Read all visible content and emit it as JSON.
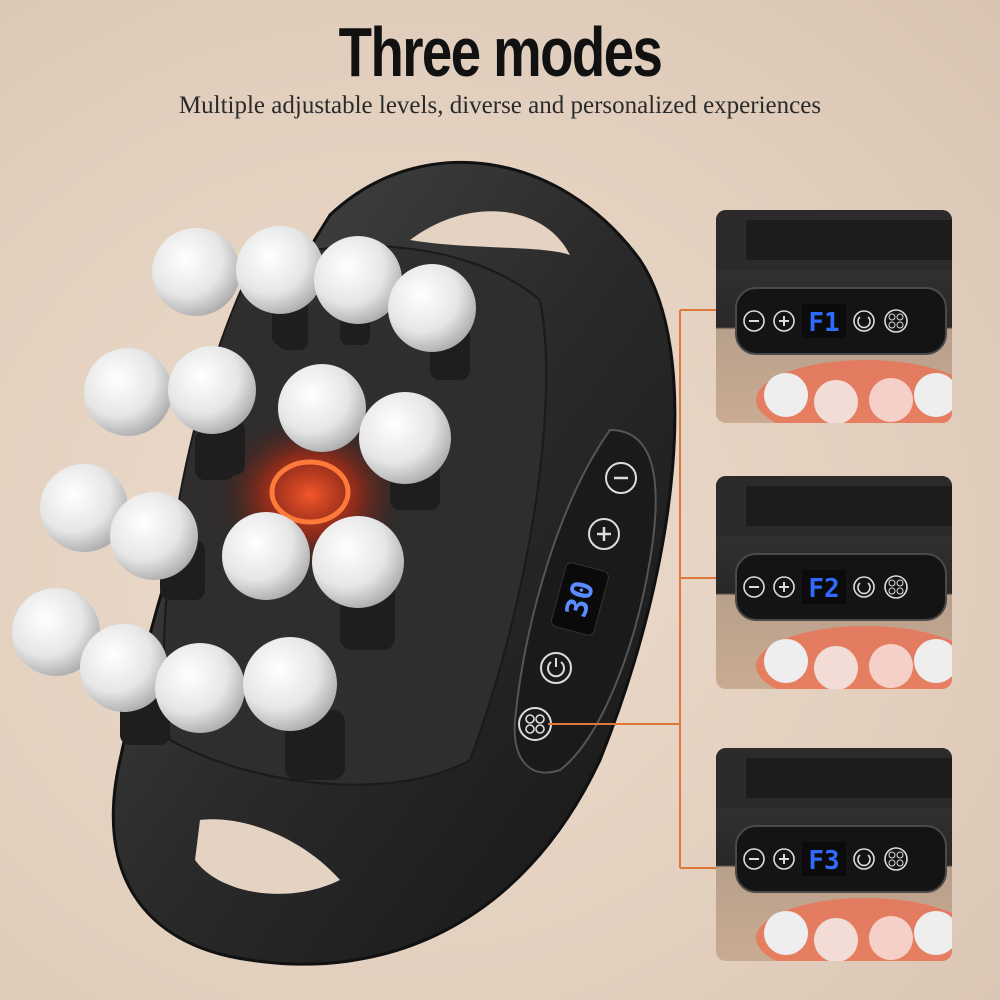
{
  "title": "Three modes",
  "subtitle": "Multiple adjustable levels, diverse and personalized experiences",
  "device": {
    "display_value": "30",
    "buttons": [
      "minus-icon",
      "plus-icon",
      "power-icon",
      "mode-icon"
    ]
  },
  "modes": [
    {
      "label": "F1"
    },
    {
      "label": "F2"
    },
    {
      "label": "F3"
    }
  ],
  "colors": {
    "background": "#e4d2c2",
    "accent_line": "#e0763a",
    "display_blue": "#2f6bff",
    "device_body": "#2b2a2a",
    "red_light": "#ff3b1a"
  }
}
